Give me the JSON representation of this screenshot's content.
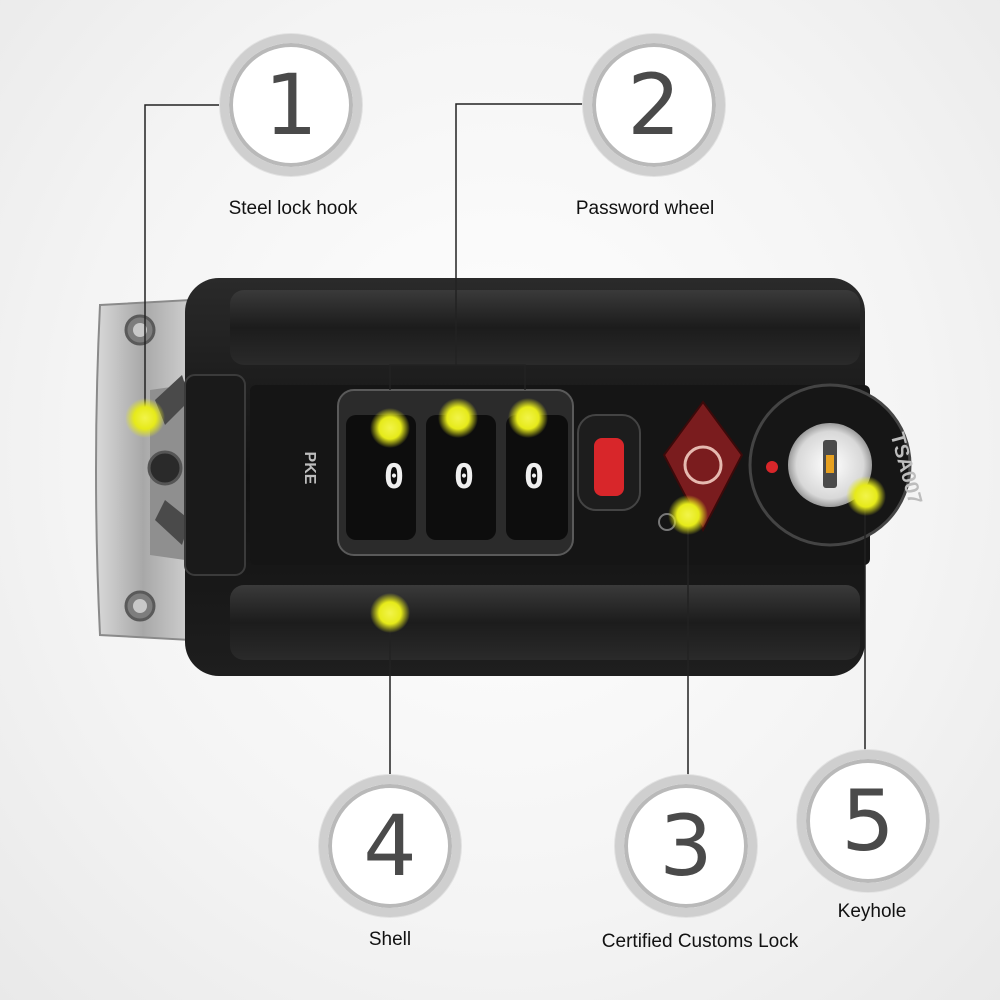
{
  "callouts": [
    {
      "number": "1",
      "label": "Steel lock hook"
    },
    {
      "number": "2",
      "label": "Password wheel"
    },
    {
      "number": "3",
      "label": "Certified Customs Lock"
    },
    {
      "number": "4",
      "label": "Shell"
    },
    {
      "number": "5",
      "label": "Keyhole"
    }
  ],
  "lock": {
    "brand_mark": "PKE",
    "tsa_mark": "TSA007",
    "wheel_digits": [
      "0",
      "0",
      "0"
    ]
  },
  "colors": {
    "lock_body": "#141414",
    "mount_plate": "#b4b4b4",
    "highlight_dot": "#e6ea1a",
    "indicator_red": "#d8262a",
    "leader_line": "#222222"
  }
}
